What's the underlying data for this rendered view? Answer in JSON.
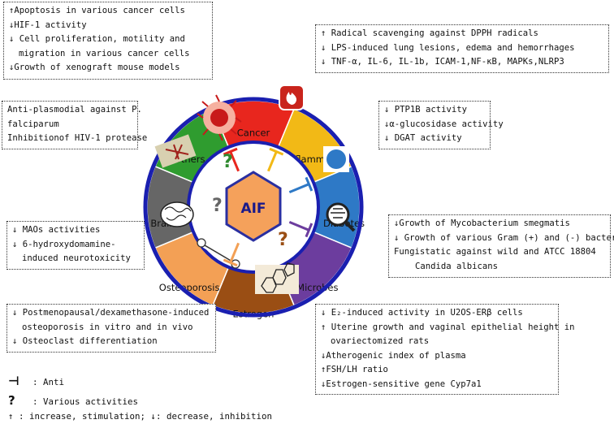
{
  "center": {
    "label": "AIF"
  },
  "segments": [
    {
      "label": "Cancer",
      "color": "#e8261e"
    },
    {
      "label": "Inflammation",
      "color": "#f2b916"
    },
    {
      "label": "Diabetes",
      "color": "#2e79c6"
    },
    {
      "label": "Microbes",
      "color": "#6c3d9e"
    },
    {
      "label": "Estrogen",
      "color": "#9a4e14"
    },
    {
      "label": "Osteoporosis",
      "color": "#f3a055"
    },
    {
      "label": "Brain",
      "color": "#666666"
    },
    {
      "label": "Others",
      "color": "#2f9c2f"
    }
  ],
  "question_mark": "?",
  "boxes": {
    "cancer": [
      "↑Apoptosis in various cancer cells",
      "↓HIF-1 activity",
      "↓ Cell proliferation, motility and",
      "migration in various cancer cells",
      "↓Growth of xenograft mouse models"
    ],
    "inflammation": [
      "↑ Radical scavenging against DPPH radicals",
      "↓ LPS-induced lung lesions, edema and hemorrhages",
      "↓ TNF-α, IL-6, IL-1b, ICAM-1,NF-κB, MAPKs,NLRP3"
    ],
    "others": [
      "Anti-plasmodial against P.",
      "falciparum",
      "Inhibitionof HIV-1 protease"
    ],
    "diabetes": [
      "↓ PTP1B activity",
      "↓α-glucosidase activity",
      "↓ DGAT activity"
    ],
    "brain": [
      "↓ MAOs activities",
      "↓ 6-hydroxydomamine-",
      "induced neurotoxicity"
    ],
    "microbes": [
      "↓Growth of Mycobacterium smegmatis",
      "↓ Growth of various Gram (+) and (-) bacteria",
      "Fungistatic against wild and ATCC 18804",
      "Candida albicans"
    ],
    "osteoporosis": [
      "↓ Postmenopausal/dexamethasone-induced",
      "osteoporosis in vitro and in vivo",
      "↓ Osteoclast differentiation"
    ],
    "estrogen": [
      "↓ E₂-induced activity in U2OS-ERβ cells",
      "↑ Uterine growth and vaginal epithelial height in",
      "ovariectomized rats",
      "↓Atherogenic index of plasma",
      "↑FSH/LH ratio",
      "↓Estrogen-sensitive gene Cyp7a1"
    ]
  },
  "legend": {
    "anti_symbol": "⊣",
    "anti_text": ": Anti",
    "q_symbol": "?",
    "q_text": ": Various activities",
    "arrow_text": "↑ : increase, stimulation; ↓: decrease, inhibition"
  }
}
